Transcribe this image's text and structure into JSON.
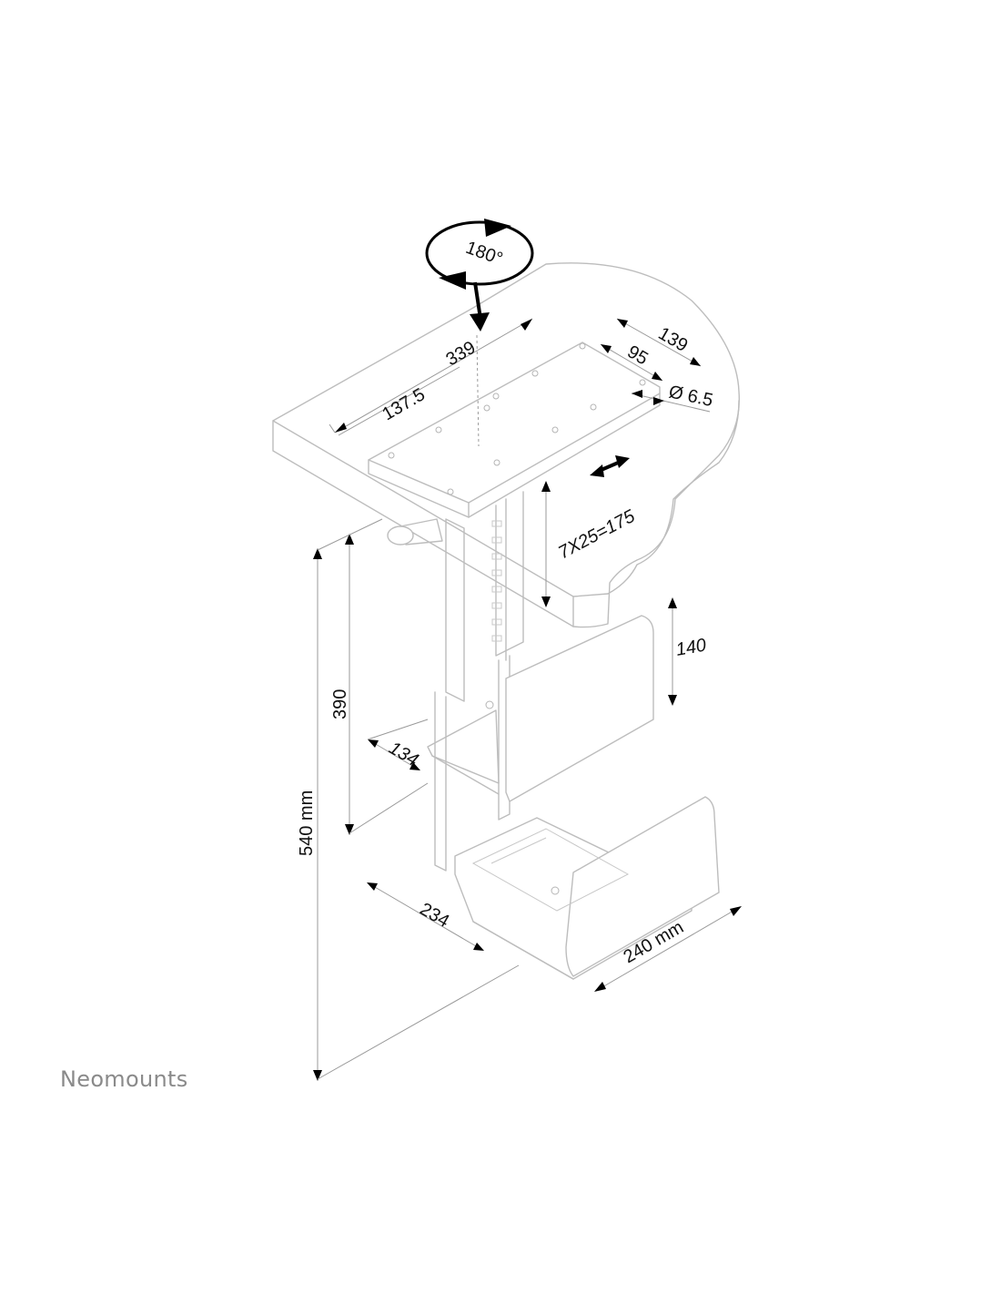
{
  "brand": {
    "name": "Neomounts"
  },
  "rotation": {
    "label": "180°"
  },
  "dimensions": {
    "width_339": "339",
    "offset_137_5": "137.5",
    "depth_139": "139",
    "spacing_95": "95",
    "hole_diameter": "Ø 6.5",
    "height_steps": "7X25=175",
    "side_140": "140",
    "height_390": "390",
    "depth_134": "134",
    "total_540": "540 mm",
    "width_234": "234",
    "depth_240": "240 mm"
  },
  "colors": {
    "lines": "#bdbdbd",
    "arrows": "#000000",
    "text": "#111111",
    "brand": "#8a8a8a"
  }
}
